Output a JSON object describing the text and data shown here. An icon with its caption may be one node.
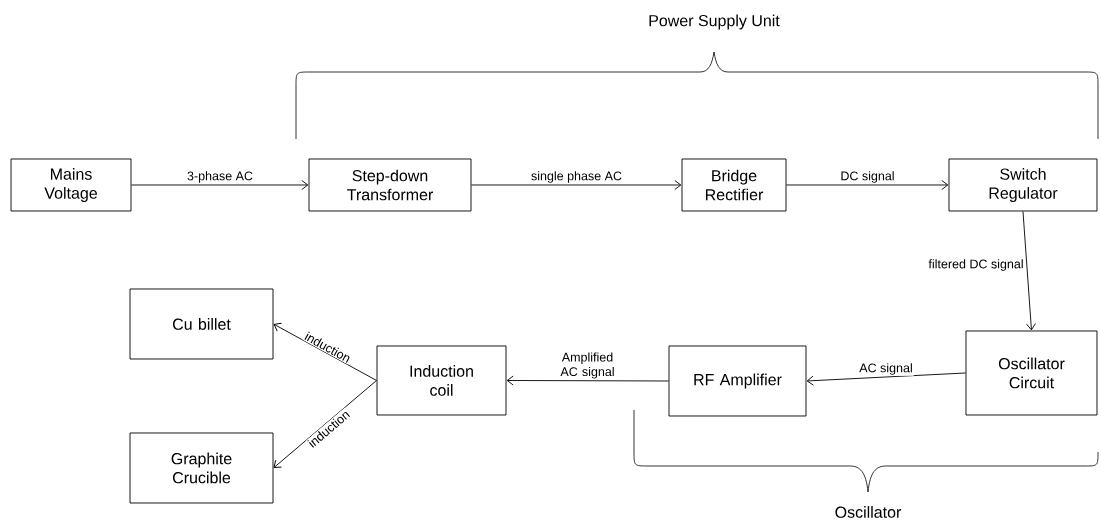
{
  "diagram": {
    "nodes": [
      {
        "text": [
          "Mains Voltage"
        ]
      },
      {
        "text": [
          "Step-down Transformer"
        ]
      },
      {
        "text": [
          "Bridge Rectifier"
        ]
      },
      {
        "text": [
          "Switch Regulator"
        ]
      },
      {
        "text": [
          "Oscillator Circuit"
        ]
      },
      {
        "text": [
          "RF Amplifier"
        ]
      },
      {
        "text": [
          "Induction coil"
        ]
      },
      {
        "text": [
          "Cu billet"
        ]
      },
      {
        "text": [
          "Graphite Crucible"
        ]
      }
    ],
    "edges": [
      {
        "from": 0,
        "to": 1,
        "arrow": "to",
        "label": "3-phase AC"
      },
      {
        "from": 1,
        "to": 2,
        "arrow": "to",
        "label": "single phase AC"
      },
      {
        "from": 2,
        "to": 3,
        "arrow": "to",
        "label": "DC signal"
      },
      {
        "from": 3,
        "to": 4,
        "arrow": "to",
        "label": "filtered DC signal"
      },
      {
        "from": 4,
        "to": 5,
        "arrow": "to",
        "label": "AC signal"
      },
      {
        "from": 5,
        "to": 6,
        "arrow": "to",
        "label": "Amplified AC signal"
      },
      {
        "from": 6,
        "to": 7,
        "arrow": "to",
        "label": "induction"
      },
      {
        "from": 6,
        "to": 8,
        "arrow": "to",
        "label": "induction"
      }
    ],
    "labels": [
      "Power Supply Unit",
      "Oscillator"
    ]
  }
}
